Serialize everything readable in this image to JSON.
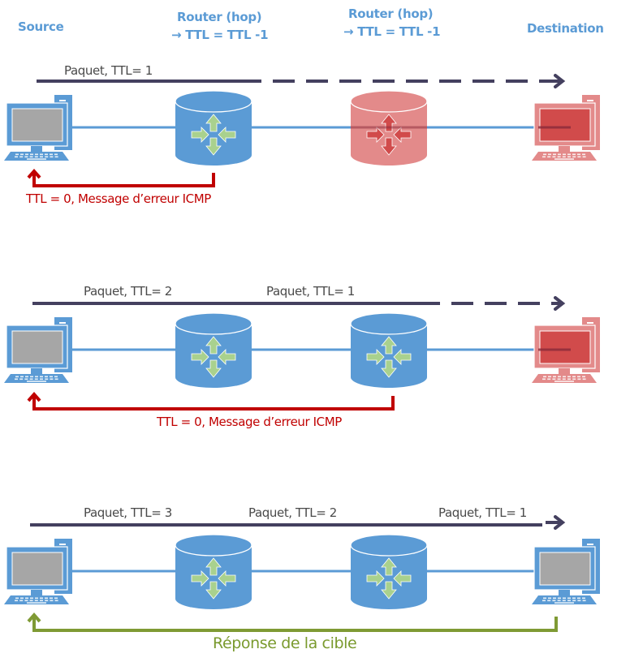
{
  "headers": {
    "source": "Source",
    "router1_title": "Router (hop)",
    "router1_rule": "→ TTL = TTL -1",
    "router2_title": "Router (hop)",
    "router2_rule": "→ TTL = TTL -1",
    "destination": "Destination"
  },
  "colors": {
    "node_blue": "#5b9bd5",
    "node_red": "#e38a8a",
    "router_arrows": "#a9d18e",
    "packet_line": "#44405f",
    "error_line": "#c00000",
    "success_line": "#7f9a34",
    "header_text": "#5b9bd5"
  },
  "scenarios": [
    {
      "packet_labels": [
        "Paquet, TTL= 1"
      ],
      "router1_state": "active",
      "router2_state": "unreached",
      "destination_state": "unreached",
      "return_label": "TTL = 0, Message d’erreur ICMP",
      "return_type": "error"
    },
    {
      "packet_labels": [
        "Paquet, TTL= 2",
        "Paquet, TTL= 1"
      ],
      "router1_state": "active",
      "router2_state": "active",
      "destination_state": "unreached",
      "return_label": "TTL = 0, Message d’erreur ICMP",
      "return_type": "error"
    },
    {
      "packet_labels": [
        "Paquet, TTL= 3",
        "Paquet, TTL= 2",
        "Paquet, TTL= 1"
      ],
      "router1_state": "active",
      "router2_state": "active",
      "destination_state": "reached",
      "return_label": "Réponse de la cible",
      "return_type": "success"
    }
  ]
}
